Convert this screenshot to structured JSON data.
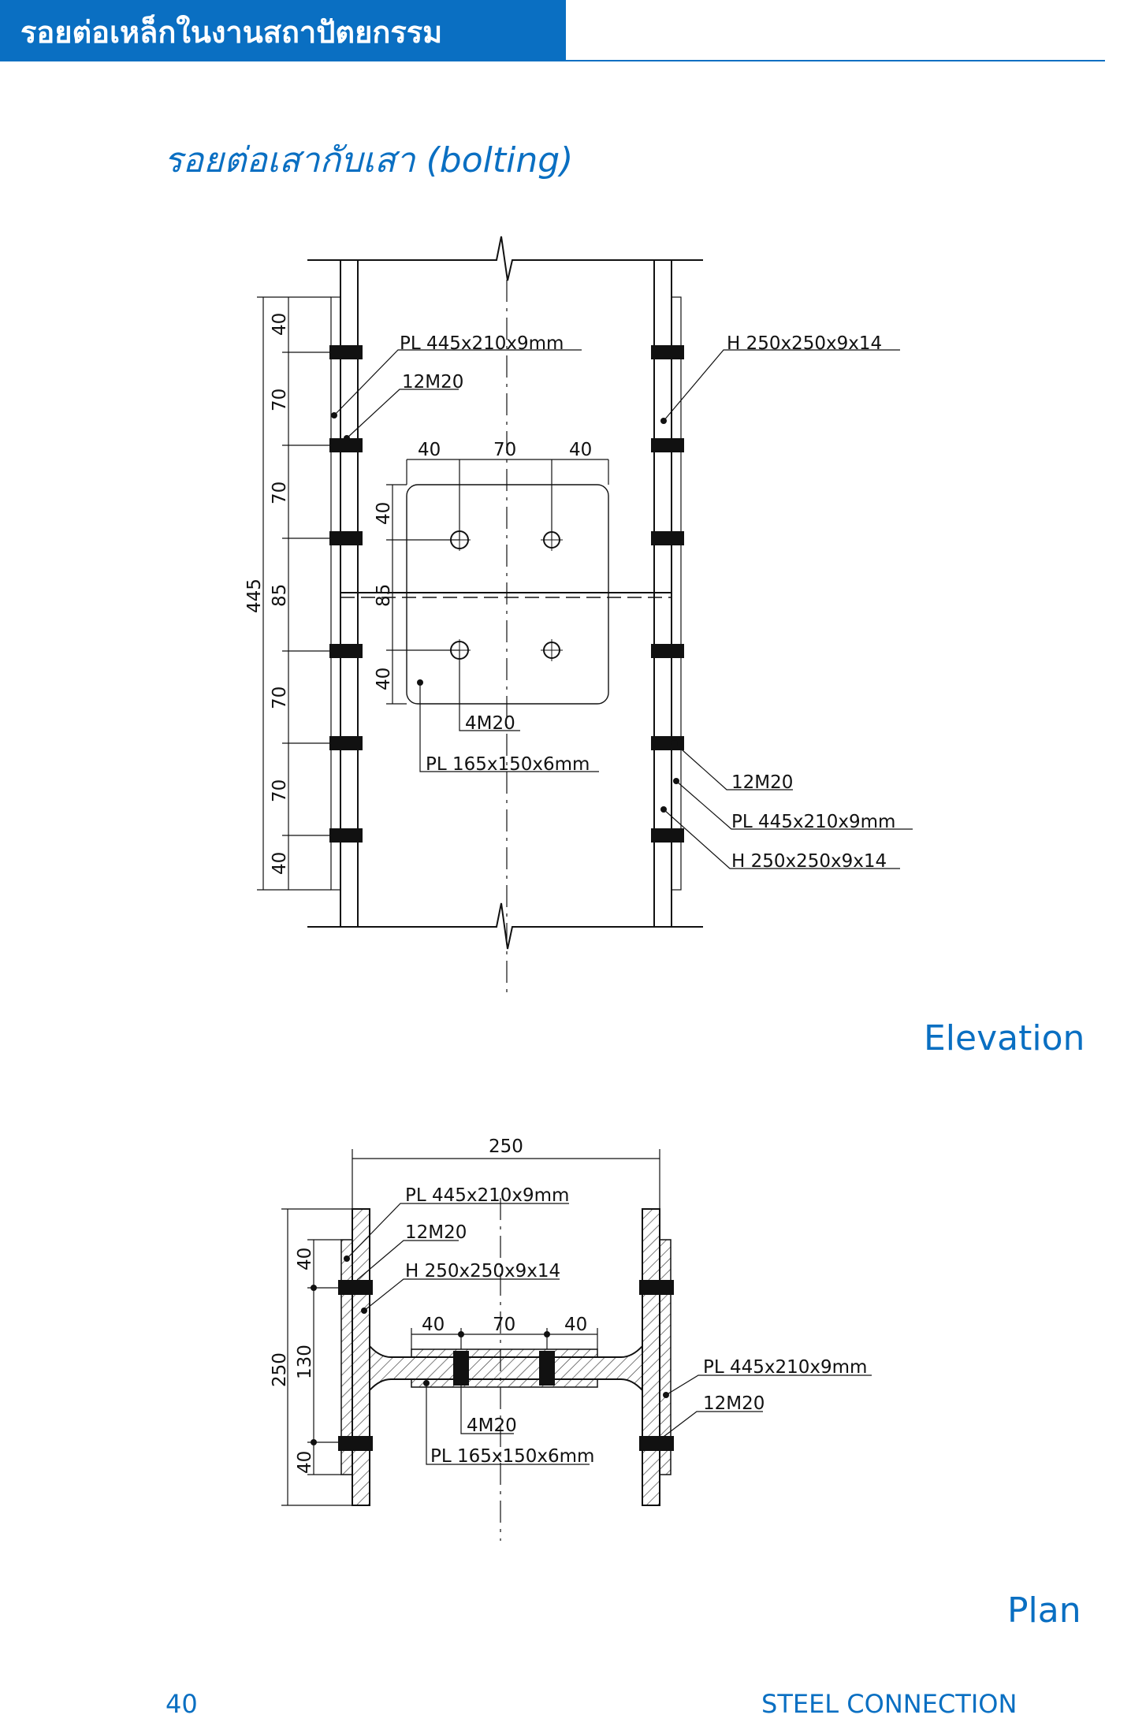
{
  "header": {
    "title": "รอยต่อเหล็กในงานสถาปัตยกรรม",
    "accent_color": "#0a6fc2"
  },
  "section": {
    "title": "รอยต่อเสากับเสา (bolting)"
  },
  "elevation": {
    "caption": "Elevation",
    "labels": {
      "plate_left": "PL  445x210x9mm",
      "bolts_left": "12M20",
      "section_right": "H  250x250x9x14",
      "web_bolts": "4M20",
      "web_plate": "PL  165x150x6mm",
      "bolts_right": "12M20",
      "plate_right": "PL  445x210x9mm",
      "section_right_bottom": "H  250x250x9x14"
    },
    "dims_vertical": [
      "40",
      "70",
      "70",
      "85",
      "70",
      "70",
      "40"
    ],
    "dim_total": "445",
    "dims_web_horizontal": [
      "40",
      "70",
      "40"
    ],
    "dims_web_vertical": [
      "40",
      "85",
      "40"
    ]
  },
  "plan": {
    "caption": "Plan",
    "dim_top": "250",
    "labels": {
      "plate_left": "PL  445x210x9mm",
      "bolts_left": "12M20",
      "section": "H  250x250x9x14",
      "web_bolts": "4M20",
      "web_plate": "PL  165x150x6mm",
      "plate_right": "PL  445x210x9mm",
      "bolts_right": "12M20"
    },
    "dims_web_horizontal": [
      "40",
      "70",
      "40"
    ],
    "dims_vertical": [
      "40",
      "130",
      "40"
    ],
    "dim_total": "250"
  },
  "footer": {
    "page": "40",
    "name": "STEEL CONNECTION"
  }
}
